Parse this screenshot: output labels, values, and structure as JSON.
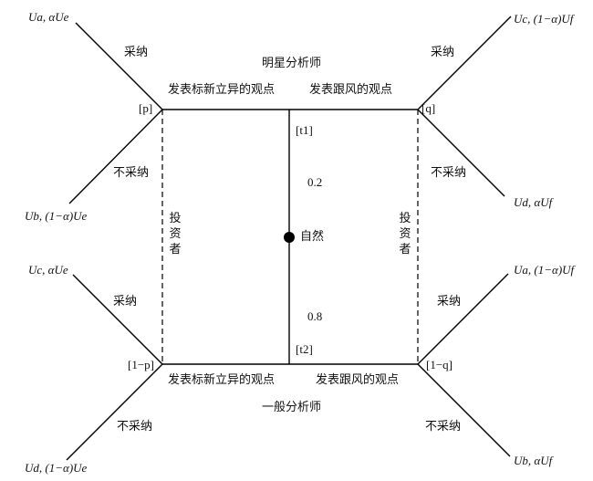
{
  "players": {
    "star_analyst": "明星分析师",
    "ordinary_analyst": "一般分析师",
    "nature": "自然",
    "investor_left": "投资者",
    "investor_right": "投资者"
  },
  "actions": {
    "top_left": "发表标新立异的观点",
    "top_right": "发表跟风的观点",
    "bottom_left": "发表标新立异的观点",
    "bottom_right": "发表跟风的观点",
    "adopt_tl": "采纳",
    "reject_tl": "不采纳",
    "adopt_tr": "采纳",
    "reject_tr": "不采纳",
    "adopt_bl": "采纳",
    "reject_bl": "不采纳",
    "adopt_br": "采纳",
    "reject_br": "不采纳"
  },
  "nodes": {
    "t1": "[t1]",
    "t2": "[t2]",
    "p": "[p]",
    "q": "[q]",
    "one_minus_p": "[1−p]",
    "one_minus_q": "[1−q]"
  },
  "probabilities": {
    "top": "0.2",
    "bottom": "0.8"
  },
  "payoffs": {
    "tl_adopt": "Ua, αUe",
    "tl_reject": "Ub, (1−α)Ue",
    "tr_adopt": "Uc, (1−α)Uf",
    "tr_reject": "Ud, αUf",
    "bl_adopt": "Uc, αUe",
    "bl_reject": "Ud, (1−α)Ue",
    "br_adopt": "Ua, (1−α)Uf",
    "br_reject": "Ub, αUf"
  }
}
